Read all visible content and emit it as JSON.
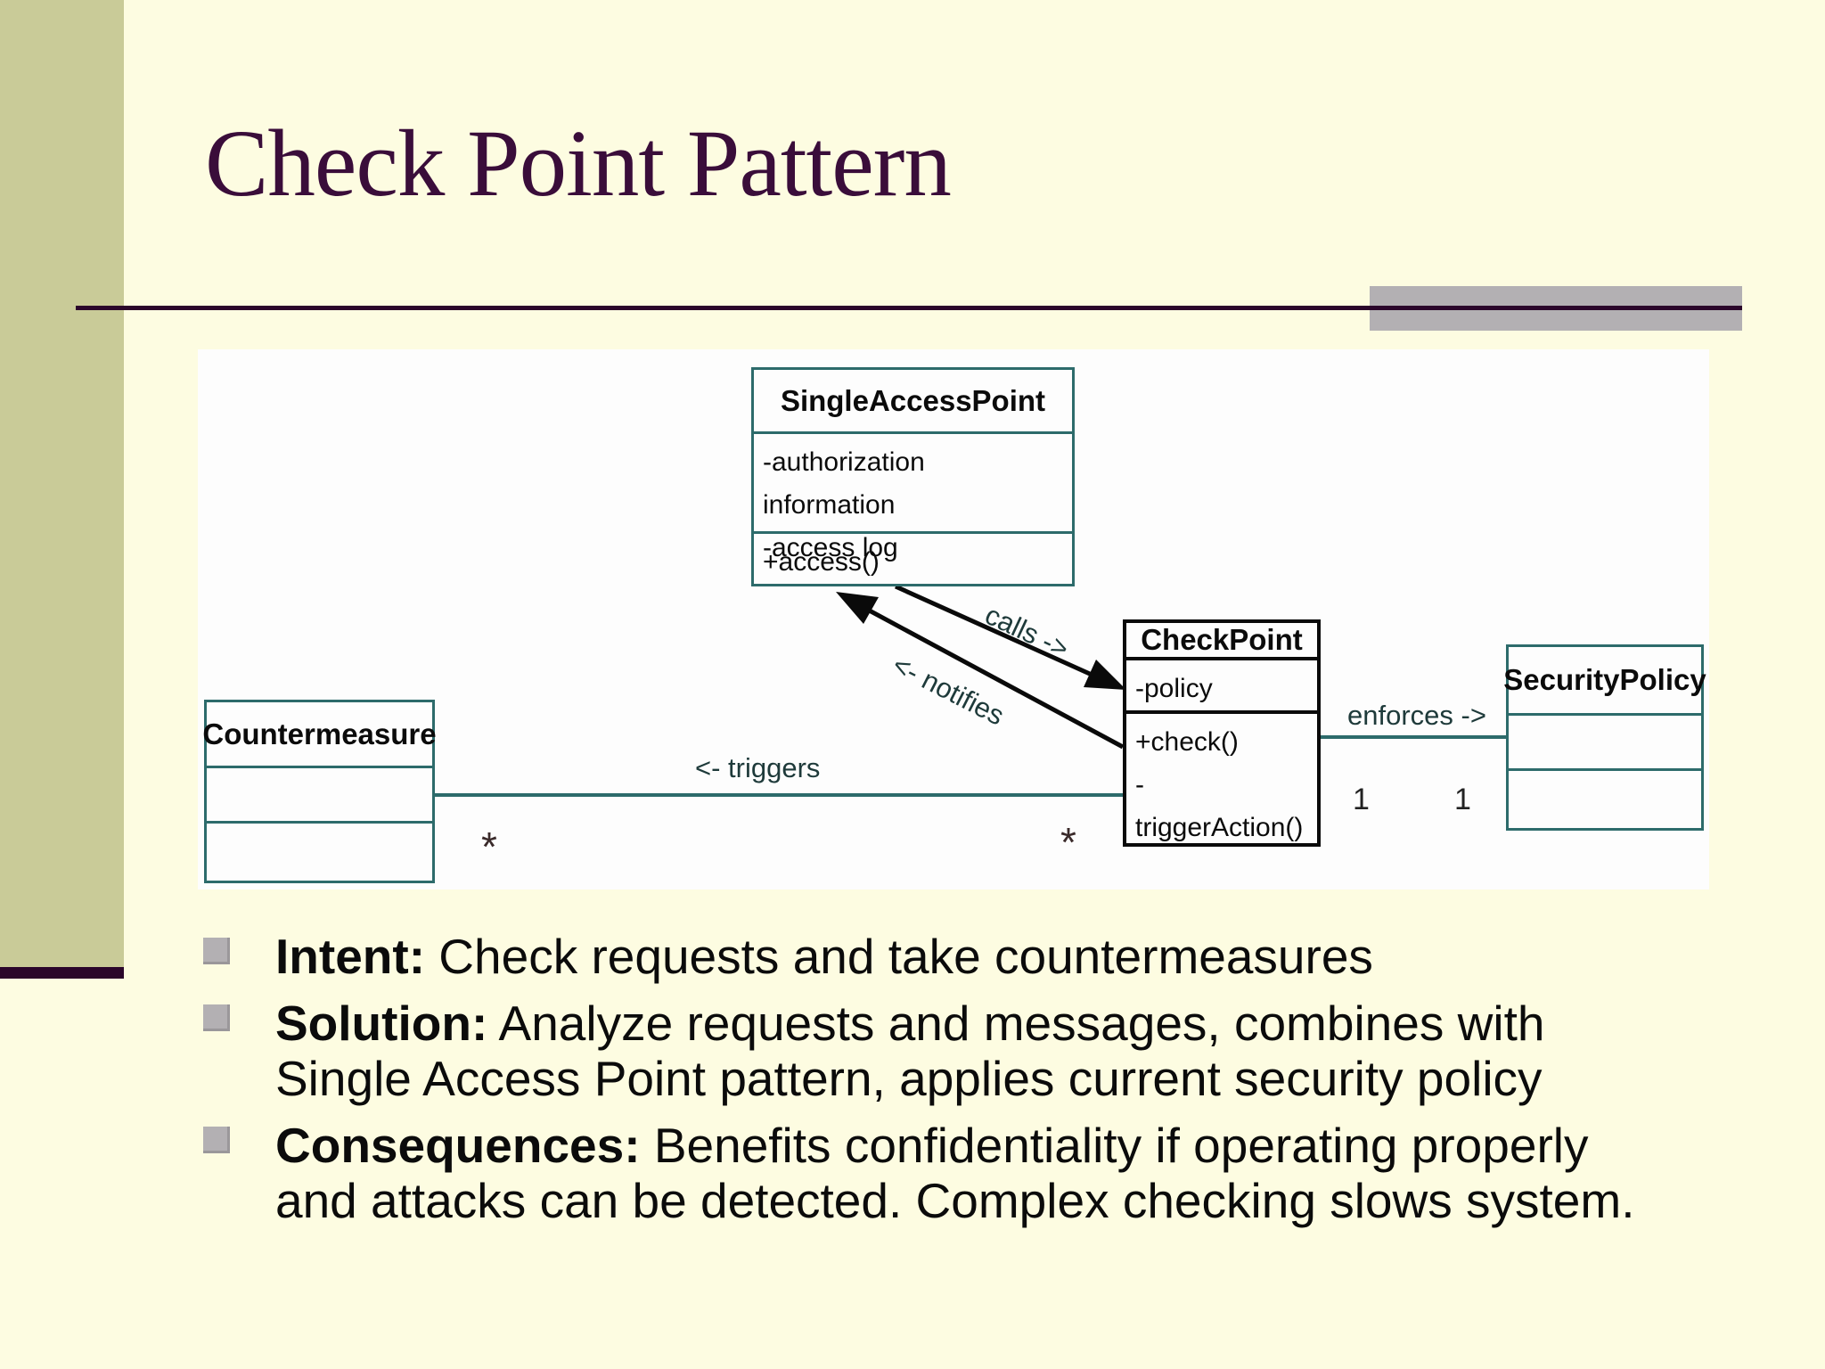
{
  "title": "Check Point Pattern",
  "colors": {
    "background": "#FDFCE1",
    "sidebar": "#C9CB98",
    "title_text": "#3A0D3A",
    "rule_line": "#2B062B",
    "gray_block": "#B3B0B3",
    "bullet_square": "#B3B0B3",
    "uml_teal_border": "#2D6B6B",
    "uml_black_border": "#0A0A0A"
  },
  "diagram": {
    "classes": {
      "single_access_point": {
        "name": "SingleAccessPoint",
        "attr1": "-authorization information",
        "attr2": "-access log",
        "method1": "+access()"
      },
      "check_point": {
        "name": "CheckPoint",
        "attr1": "-policy",
        "method1": "+check()",
        "method2": "-triggerAction()"
      },
      "security_policy": {
        "name": "SecurityPolicy"
      },
      "countermeasure": {
        "name": "Countermeasure"
      }
    },
    "edge_labels": {
      "calls": "calls ->",
      "notifies": "<- notifies",
      "enforces": "enforces ->",
      "triggers": "<- triggers"
    },
    "multiplicity": {
      "enforces_near_checkpoint": "1",
      "enforces_near_securitypolicy": "1",
      "triggers_near_countermeasure": "*",
      "triggers_near_checkpoint": "*"
    }
  },
  "bullets": [
    {
      "lead": "Intent:",
      "line1": " Check requests and take countermeasures",
      "line2": ""
    },
    {
      "lead": "Solution:",
      "line1": " Analyze requests and messages, combines with",
      "line2": "Single Access Point pattern, applies current security policy"
    },
    {
      "lead": "Consequences:",
      "line1": " Benefits confidentiality if operating properly",
      "line2": "and attacks can be detected. Complex checking slows system."
    }
  ]
}
